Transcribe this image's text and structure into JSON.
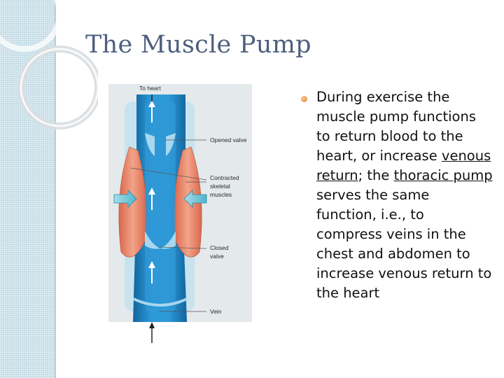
{
  "slide": {
    "title": "The Muscle Pump"
  },
  "figure": {
    "labels": {
      "to_heart": "To heart",
      "opened_valve": "Opened valve",
      "contracted_1": "Contracted",
      "contracted_2": "skeletal",
      "contracted_3": "muscles",
      "closed_1": "Closed",
      "closed_2": "valve",
      "vein": "Vein"
    }
  },
  "bullet": {
    "part1": "During exercise the muscle pump functions to return blood to the heart, or increase ",
    "link1": "venous return",
    "part2": "; the ",
    "link2": "thoracic pump",
    "part3": " serves the same function, i.e., to compress veins in the chest and abdomen to increase venous return to the heart"
  },
  "colors": {
    "title": "#4e5f7d",
    "vein": "#1f86c9",
    "muscle": "#e7836a",
    "bullet": "#e08a3a"
  }
}
